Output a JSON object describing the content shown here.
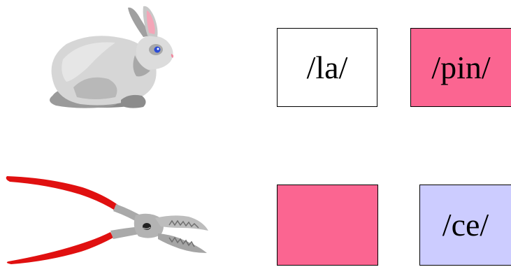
{
  "images": {
    "top": "rabbit",
    "bottom": "pliers"
  },
  "cards": {
    "la": {
      "text": "/la/",
      "color": "#ffffff"
    },
    "pin": {
      "text": "/pin/",
      "color": "#fb6591"
    },
    "empty": {
      "text": "",
      "color": "#fb6591"
    },
    "ce": {
      "text": "/ce/",
      "color": "#ccccff"
    }
  }
}
